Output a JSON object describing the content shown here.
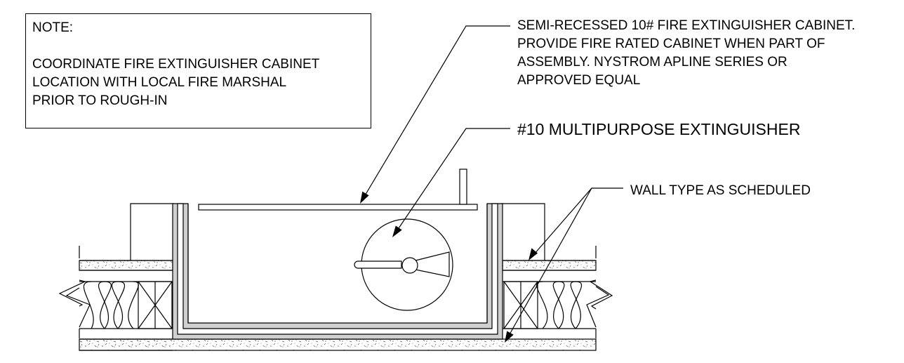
{
  "note": {
    "heading": "NOTE:",
    "lines": [
      "COORDINATE FIRE EXTINGUISHER CABINET",
      "LOCATION WITH LOCAL FIRE MARSHAL",
      "PRIOR TO ROUGH-IN"
    ]
  },
  "callouts": {
    "cabinet": [
      "SEMI-RECESSED 10# FIRE EXTINGUISHER CABINET.",
      "PROVIDE FIRE RATED CABINET WHEN PART OF",
      "ASSEMBLY. NYSTROM APLINE SERIES OR",
      "APPROVED EQUAL"
    ],
    "extinguisher": "#10 MULTIPURPOSE EXTINGUISHER",
    "wall": "WALL TYPE AS SCHEDULED"
  }
}
